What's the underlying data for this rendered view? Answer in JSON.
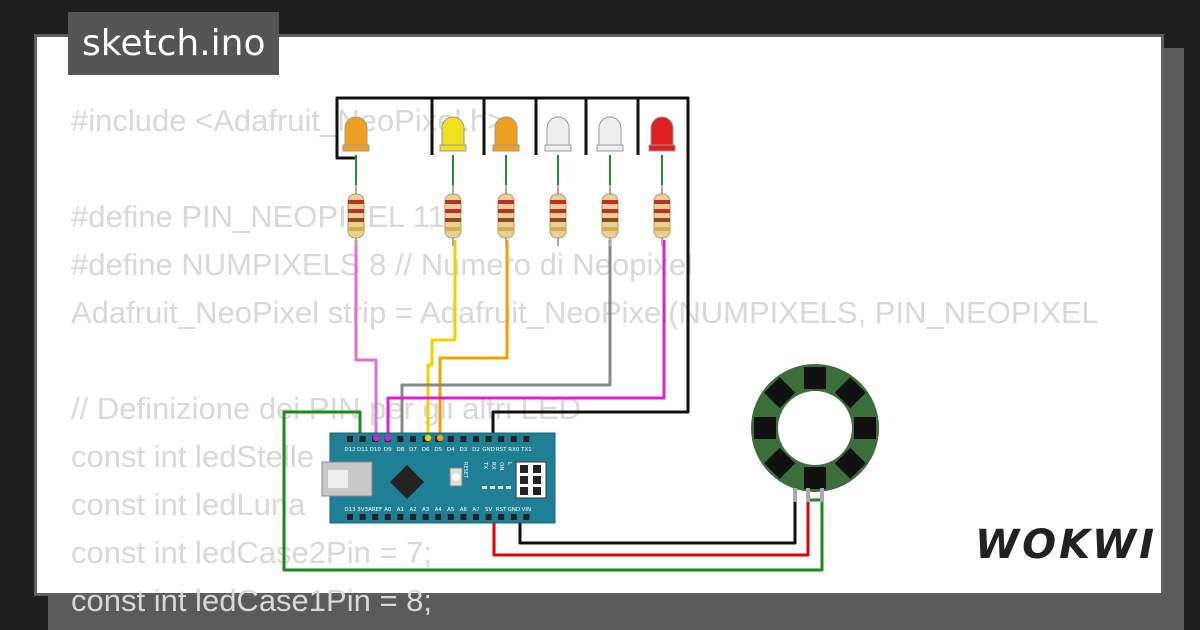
{
  "title": "sketch.ino",
  "brand": "WOKWI",
  "code_lines": [
    "#include <Adafruit_NeoPixel.h>",
    "",
    "#define PIN_NEOPIXEL 11",
    "#define NUMPIXELS 8 // Numero di Neopixel",
    "Adafruit_NeoPixel strip = Adafruit_NeoPixel(NUMPIXELS, PIN_NEOPIXEL",
    "",
    "// Definizione dei PIN per gli altri LED",
    "const int ledStelle",
    "const int ledLuna",
    "const int ledCase2Pin = 7;",
    "const int ledCase1Pin = 8;"
  ],
  "board": {
    "top_pins": [
      "D12",
      "D11",
      "D10",
      "D9",
      "D8",
      "D7",
      "D6",
      "D5",
      "D4",
      "D3",
      "D2",
      "GND",
      "RST",
      "RX0",
      "TX1"
    ],
    "bottom_pins": [
      "D13",
      "3V3",
      "AREF",
      "A0",
      "A1",
      "A2",
      "A3",
      "A4",
      "A5",
      "A6",
      "A7",
      "5V",
      "RST",
      "GND",
      "VIN"
    ],
    "side_labels": [
      "TX",
      "RX",
      "ON",
      "L"
    ],
    "reset_label": "RESET"
  },
  "leds": [
    {
      "color": "orange",
      "fill": "#f0a020"
    },
    {
      "color": "yellow",
      "fill": "#f0e020"
    },
    {
      "color": "orange",
      "fill": "#f0a020"
    },
    {
      "color": "white",
      "fill": "#eeeeee"
    },
    {
      "color": "white",
      "fill": "#eeeeee"
    },
    {
      "color": "red",
      "fill": "#e02020"
    }
  ],
  "wire_colors": {
    "pink": "#e070d0",
    "yellow": "#f0d000",
    "orange": "#f0a000",
    "gray": "#888888",
    "magenta": "#e020d0",
    "black": "#111111",
    "red": "#e00000",
    "green": "#1a8a1a"
  },
  "neopixel_ring": {
    "pixel_count": 8,
    "body_color": "#3c6e3c",
    "pixel_color": "#111111"
  }
}
